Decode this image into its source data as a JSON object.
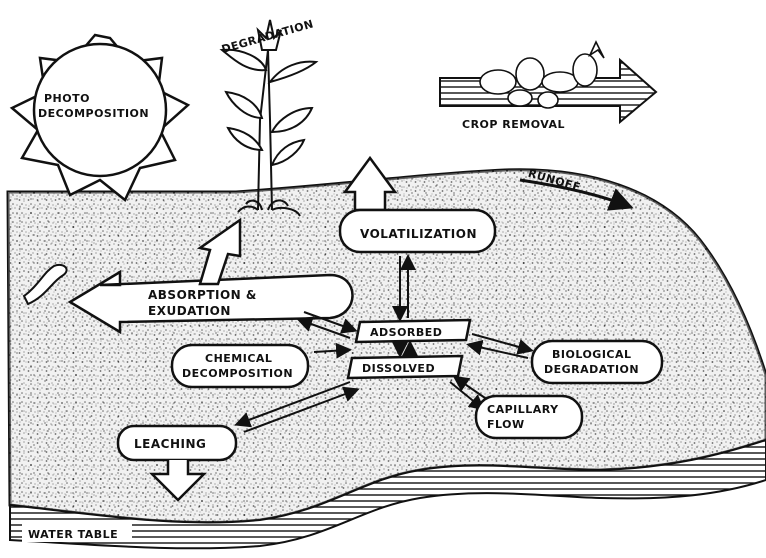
{
  "labels": {
    "photo_1": "PHOTO",
    "photo_2": "DECOMPOSITION",
    "degradation": "DEGRADATION",
    "crop_removal": "CROP REMOVAL",
    "runoff": "RUNOFF",
    "volatilization": "VOLATILIZATION",
    "absorption_1": "ABSORPTION &",
    "absorption_2": "EXUDATION",
    "adsorbed": "ADSORBED",
    "dissolved": "DISSOLVED",
    "chemical_1": "CHEMICAL",
    "chemical_2": "DECOMPOSITION",
    "biological_1": "BIOLOGICAL",
    "biological_2": "DEGRADATION",
    "capillary_1": "CAPILLARY",
    "capillary_2": "FLOW",
    "leaching": "LEACHING",
    "water_table": "WATER TABLE"
  }
}
